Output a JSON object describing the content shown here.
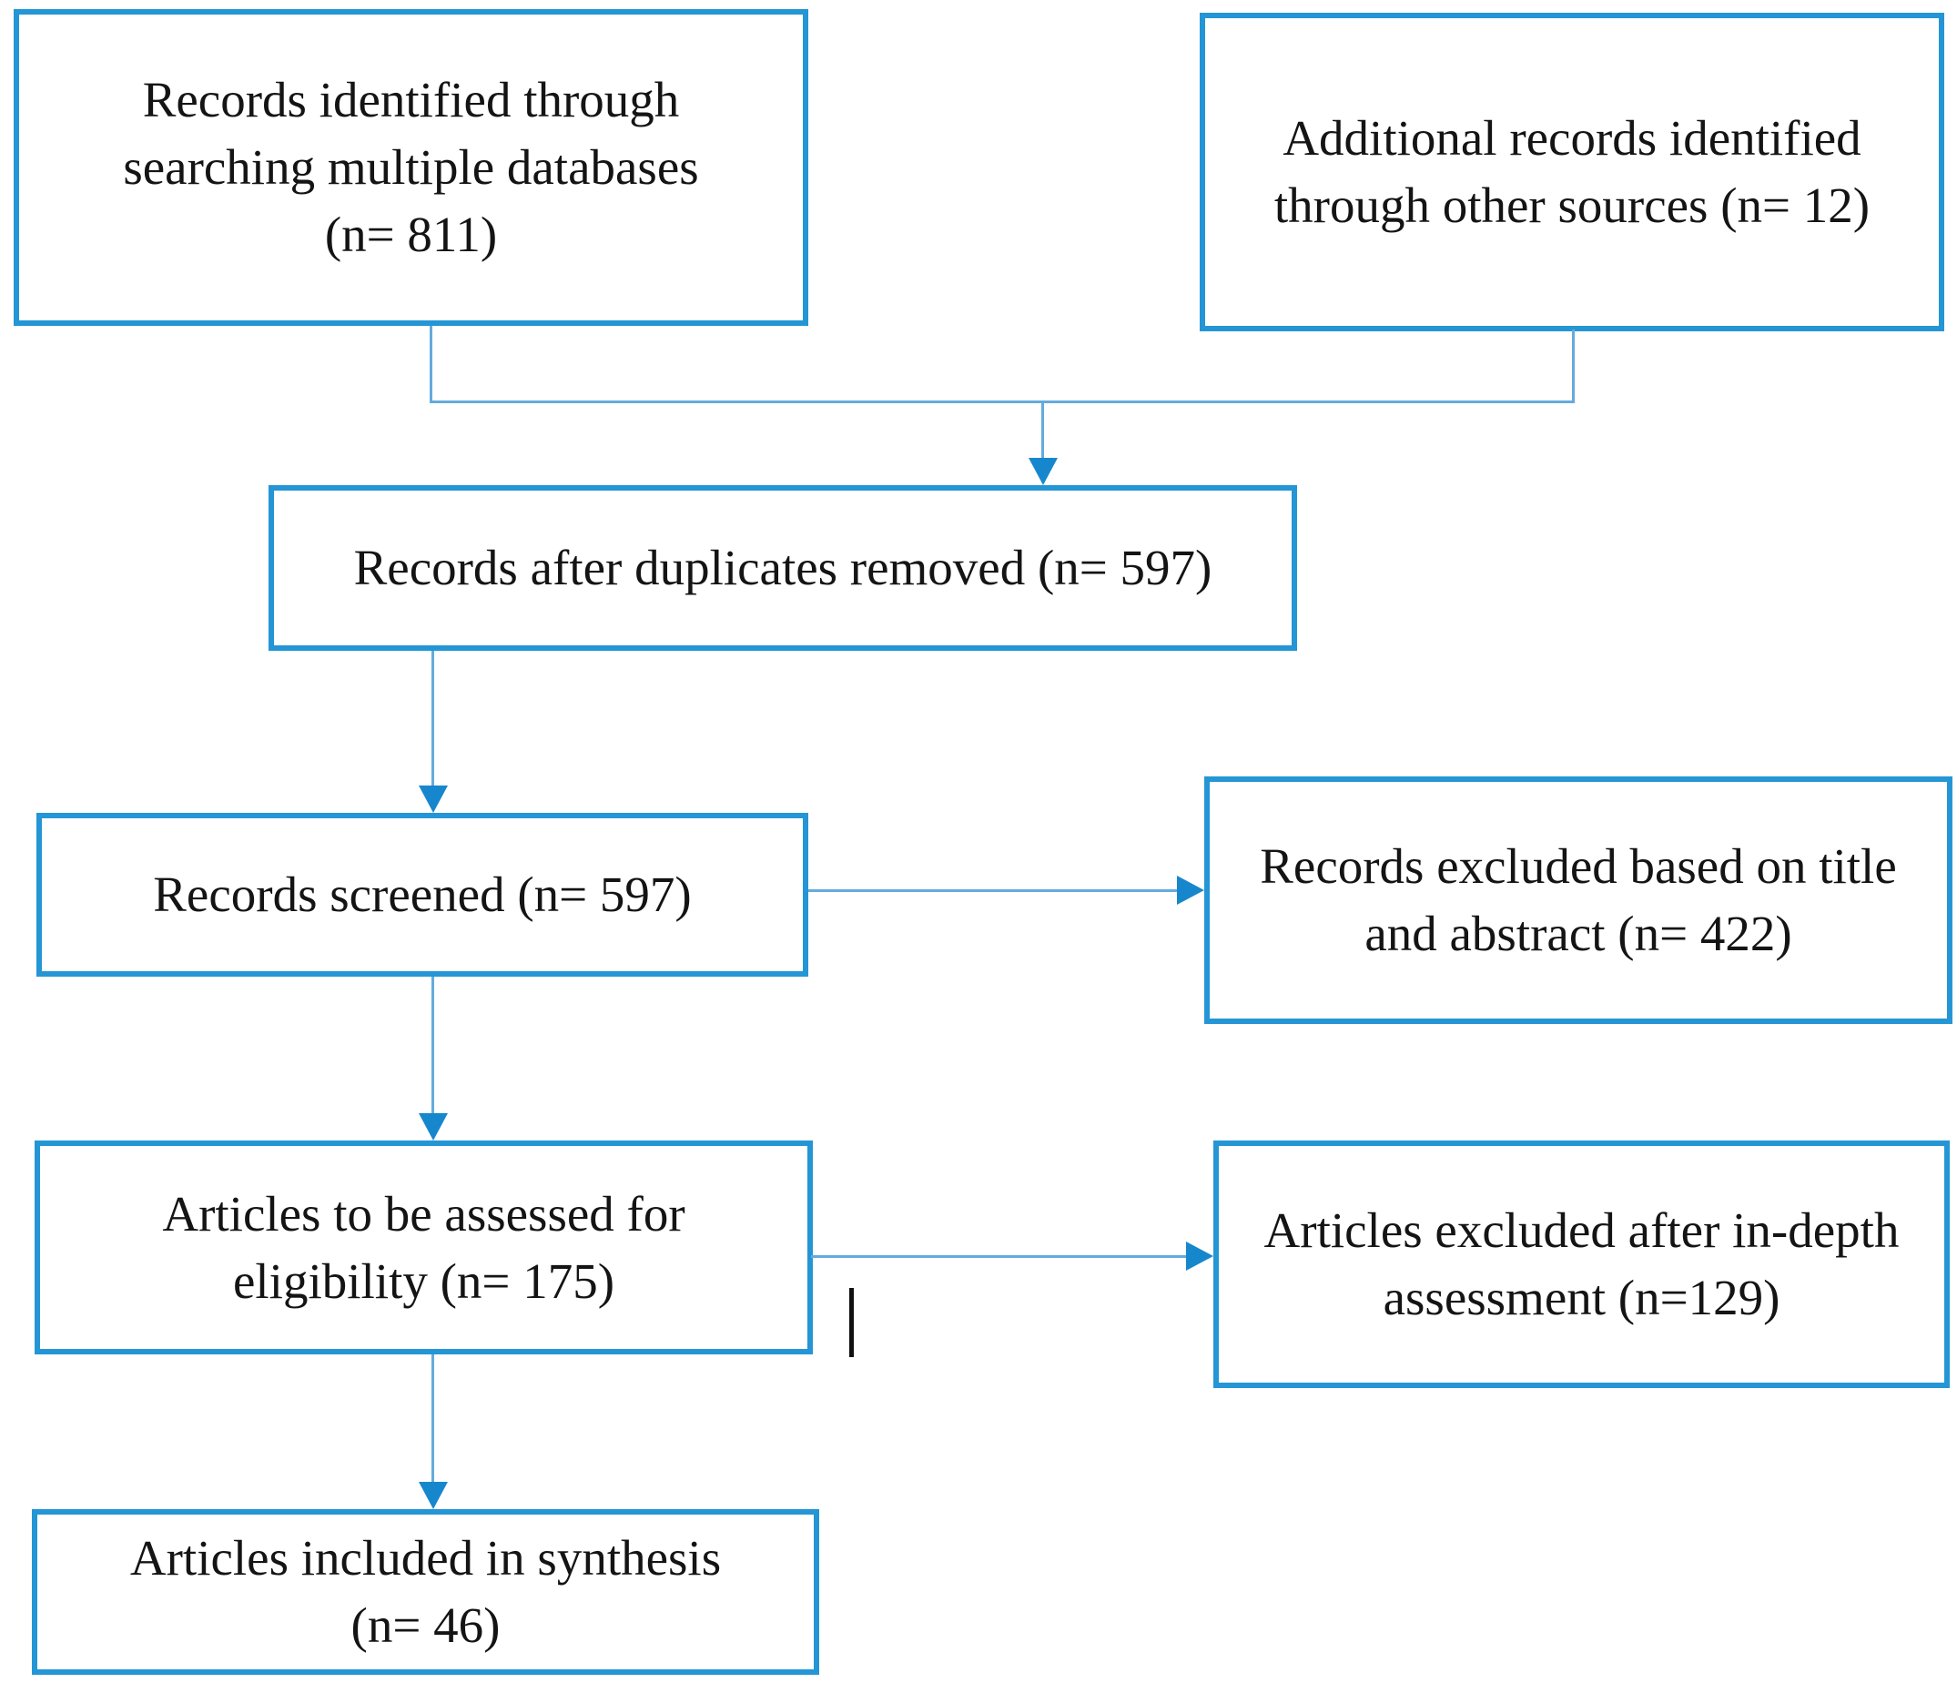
{
  "colors": {
    "box_border": "#2496d5",
    "connector": "#64abdd",
    "arrowhead": "#1787cd",
    "text": "#141414",
    "page_bg": "#ffffff",
    "stray_mark": "#111111"
  },
  "nodes": {
    "records_identified": {
      "n": 811,
      "lines": [
        "Records identified through",
        "searching multiple databases",
        "(n= 811)"
      ]
    },
    "additional_records": {
      "n": 12,
      "lines": [
        "Additional records identified",
        "through other sources (n= 12)"
      ]
    },
    "after_duplicates": {
      "n": 597,
      "lines": [
        "Records after duplicates removed (n= 597)"
      ]
    },
    "records_screened": {
      "n": 597,
      "lines": [
        "Records screened (n= 597)"
      ]
    },
    "records_excluded": {
      "n": 422,
      "lines": [
        "Records excluded based on title",
        "and abstract (n= 422)"
      ]
    },
    "articles_assessed": {
      "n": 175,
      "lines": [
        "Articles to be assessed for",
        "eligibility (n= 175)"
      ]
    },
    "articles_excluded": {
      "n": 129,
      "lines": [
        "Articles excluded after in-depth",
        "assessment (n=129)"
      ]
    },
    "articles_included": {
      "n": 46,
      "lines": [
        "Articles included in synthesis",
        "(n= 46)"
      ]
    }
  },
  "edges": [
    {
      "from": "records_identified",
      "to": "after_duplicates"
    },
    {
      "from": "additional_records",
      "to": "after_duplicates"
    },
    {
      "from": "after_duplicates",
      "to": "records_screened"
    },
    {
      "from": "records_screened",
      "to": "records_excluded"
    },
    {
      "from": "records_screened",
      "to": "articles_assessed"
    },
    {
      "from": "articles_assessed",
      "to": "articles_excluded"
    },
    {
      "from": "articles_assessed",
      "to": "articles_included"
    }
  ]
}
